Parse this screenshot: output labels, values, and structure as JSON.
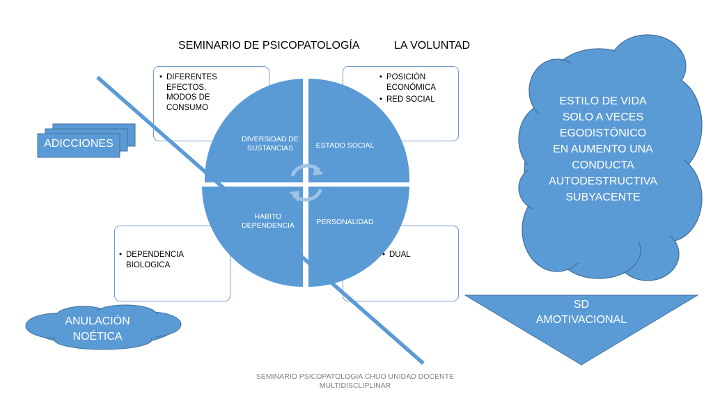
{
  "header": {
    "title_left": "SEMINARIO DE PSICOPATOLOGÍA",
    "title_right": "LA VOLUNTAD"
  },
  "boxes": {
    "top_left": [
      "DIFERENTES EFECTOS, MODOS DE CONSUMO"
    ],
    "top_right": [
      "POSICIÓN ECONÓMICA",
      "RED SOCIAL"
    ],
    "bottom_left": [
      "DEPENDENCIA BIOLOGICA"
    ],
    "bottom_right": [
      "DUAL"
    ]
  },
  "quadrants": {
    "top_left": "DIVERSIDAD DE SUSTANCIAS",
    "top_right": "ESTADO SOCIAL",
    "bottom_left": "HABITO DEPENDENCIA",
    "bottom_right": "PERSONALIDAD"
  },
  "side": {
    "adicciones": "ADICCIONES",
    "anulacion": "ANULACIÓN NOÉTICA",
    "cloud_lines": [
      "ESTILO DE VIDA",
      "SOLO A VECES",
      "EGODISTÓNICO",
      "EN AUMENTO UNA",
      "CONDUCTA",
      "AUTODESTRUCTIVA",
      "SUBYACENTE"
    ],
    "triangle": "SD AMOTIVACIONAL"
  },
  "footer": {
    "line1": "SEMINARIO PSICOPATOLOGIA CHUO UNIDAD DOCENTE",
    "line2": "MULTIDISCLIPLINAR"
  },
  "colors": {
    "fill": "#5b9bd5",
    "stroke": "#41719c",
    "box_border": "#6f9bd0"
  }
}
